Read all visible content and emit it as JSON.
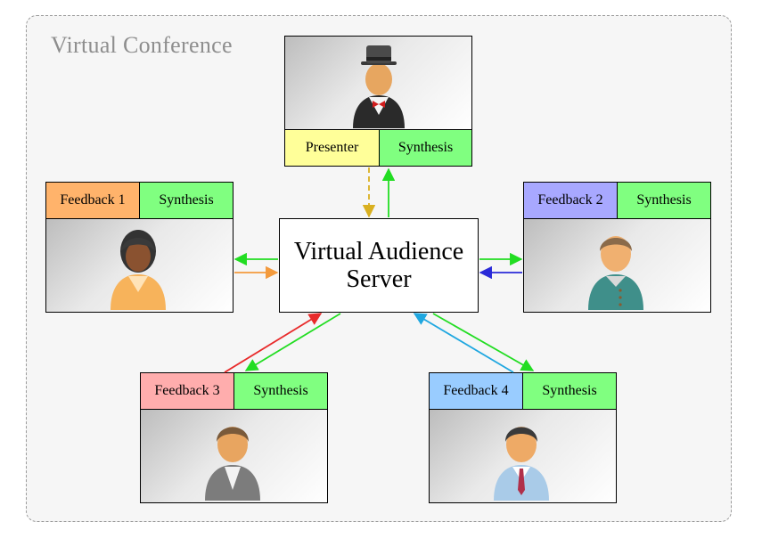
{
  "frame": {
    "title": "Virtual Conference"
  },
  "server": {
    "line1": "Virtual Audience",
    "line2": "Server"
  },
  "presenter": {
    "role_label": "Presenter",
    "synthesis_label": "Synthesis",
    "role_color": "#ffff99"
  },
  "feedback1": {
    "role_label": "Feedback 1",
    "synthesis_label": "Synthesis",
    "role_color": "#ffb36b"
  },
  "feedback2": {
    "role_label": "Feedback 2",
    "synthesis_label": "Synthesis",
    "role_color": "#a8a8ff"
  },
  "feedback3": {
    "role_label": "Feedback 3",
    "synthesis_label": "Synthesis",
    "role_color": "#ffadad"
  },
  "feedback4": {
    "role_label": "Feedback 4",
    "synthesis_label": "Synthesis",
    "role_color": "#99ccff"
  },
  "colors": {
    "synthesis": "#80ff80",
    "arrow_synthesis": "#22dd22"
  },
  "icons": {
    "presenter": "presenter-avatar-icon",
    "feedback1": "woman-avatar-icon",
    "feedback2": "man-avatar-icon",
    "feedback3": "man-avatar-icon",
    "feedback4": "businessman-avatar-icon"
  }
}
